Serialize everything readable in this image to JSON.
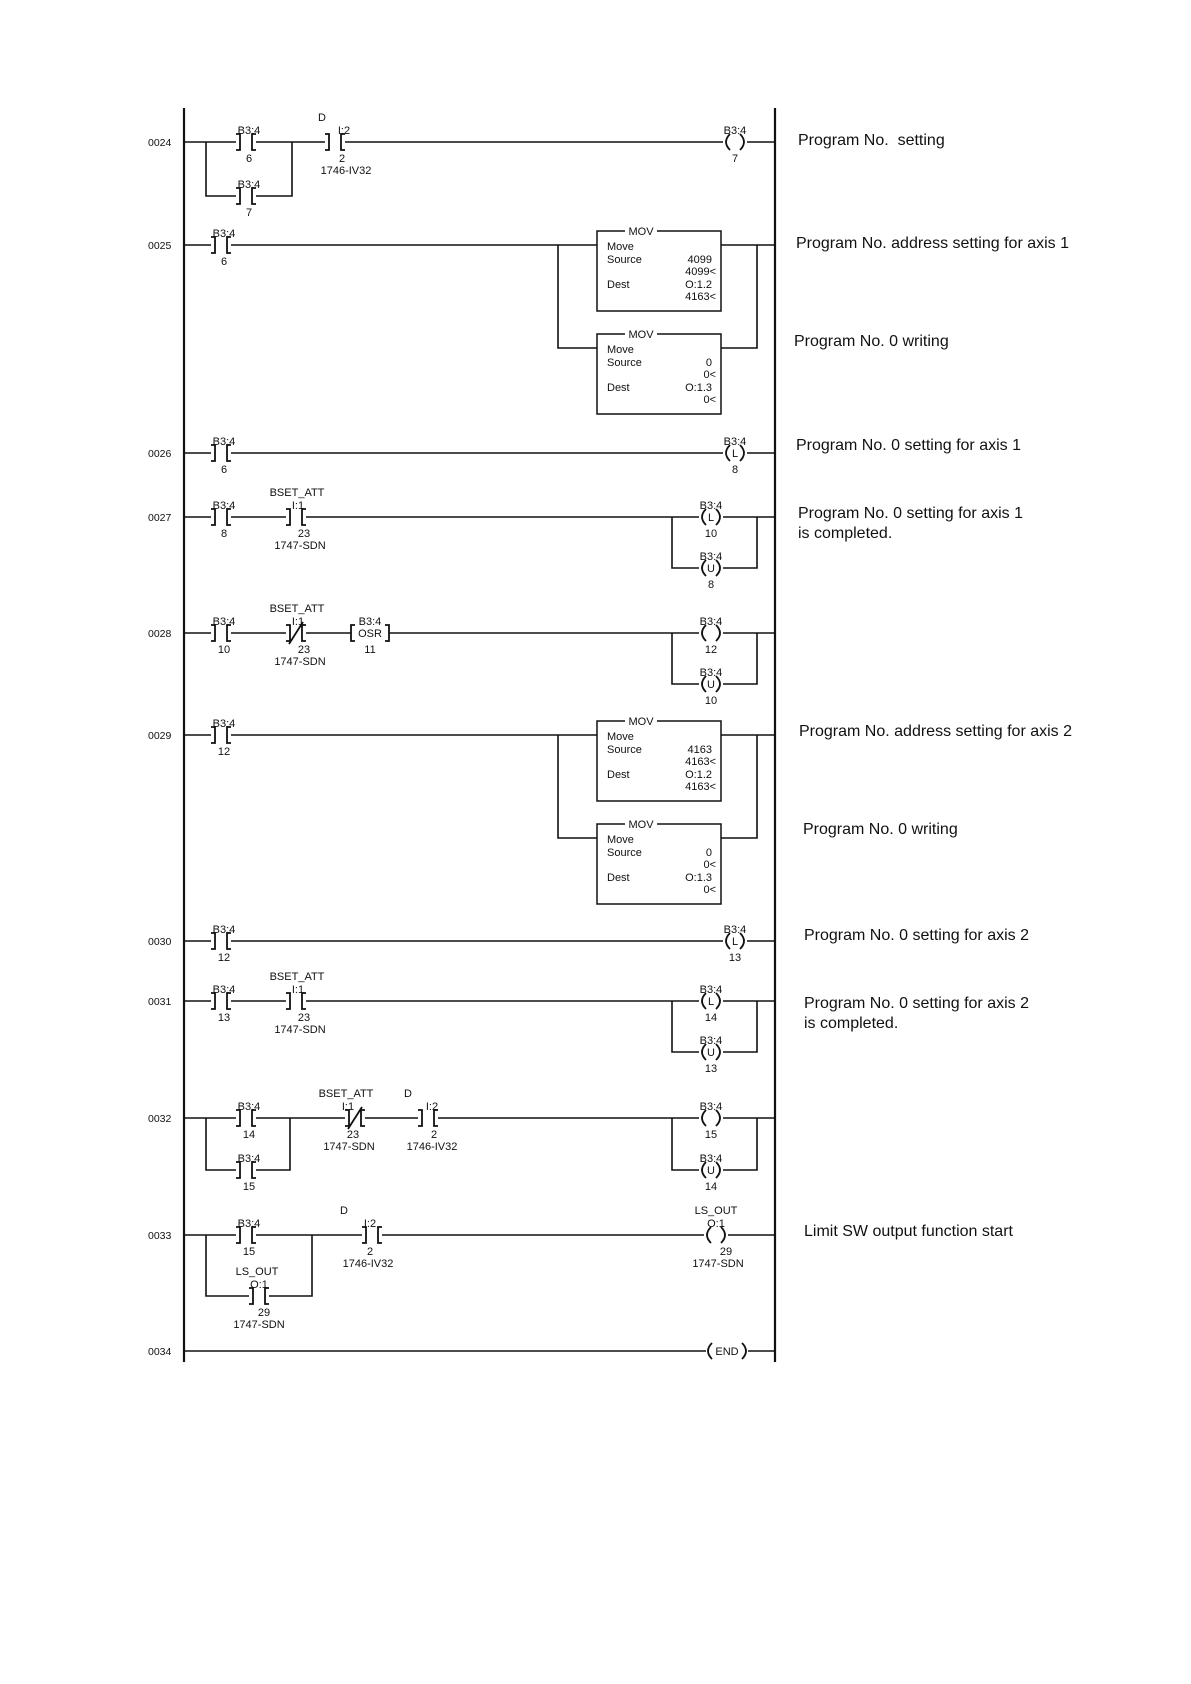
{
  "rungs": [
    "0024",
    "0025",
    "0026",
    "0027",
    "0028",
    "0029",
    "0030",
    "0031",
    "0032",
    "0033",
    "0034"
  ],
  "comments": [
    "Program No.  setting",
    "Program No. address setting for axis 1",
    "Program No. 0 writing",
    "Program No. 0 setting for axis 1",
    "Program No. 0 setting for axis 1",
    "is completed.",
    "Program No. address setting for axis 2",
    "Program No. 0 writing",
    "Program No. 0 setting for axis 2",
    "Program No. 0 setting for axis 2",
    "is completed.",
    "Limit SW output function start"
  ],
  "labels": {
    "b34": "B3:4",
    "i12": "I:2",
    "i11": "I:1",
    "o11": "O:1",
    "d": "D",
    "bset_att": "BSET_ATT",
    "ls_out": "LS_OUT",
    "iv32": "1746-IV32",
    "sdn": "1747-SDN",
    "osr": "OSR",
    "end": "END",
    "coil_l": "L",
    "coil_u": "U"
  },
  "bits": {
    "b6": "6",
    "b7": "7",
    "b8": "8",
    "b10": "10",
    "b11": "11",
    "b12": "12",
    "b13": "13",
    "b14": "14",
    "b15": "15",
    "i2": "2",
    "i23": "23",
    "o29": "29"
  },
  "mov": {
    "title": "MOV",
    "move": "Move",
    "source": "Source",
    "dest": "Dest",
    "boxes": [
      {
        "src": "4099",
        "src_val": "4099<",
        "dst": "O:1.2",
        "dst_val": "4163<"
      },
      {
        "src": "0",
        "src_val": "0<",
        "dst": "O:1.3",
        "dst_val": "0<"
      },
      {
        "src": "4163",
        "src_val": "4163<",
        "dst": "O:1.2",
        "dst_val": "4163<"
      },
      {
        "src": "0",
        "src_val": "0<",
        "dst": "O:1.3",
        "dst_val": "0<"
      }
    ]
  }
}
